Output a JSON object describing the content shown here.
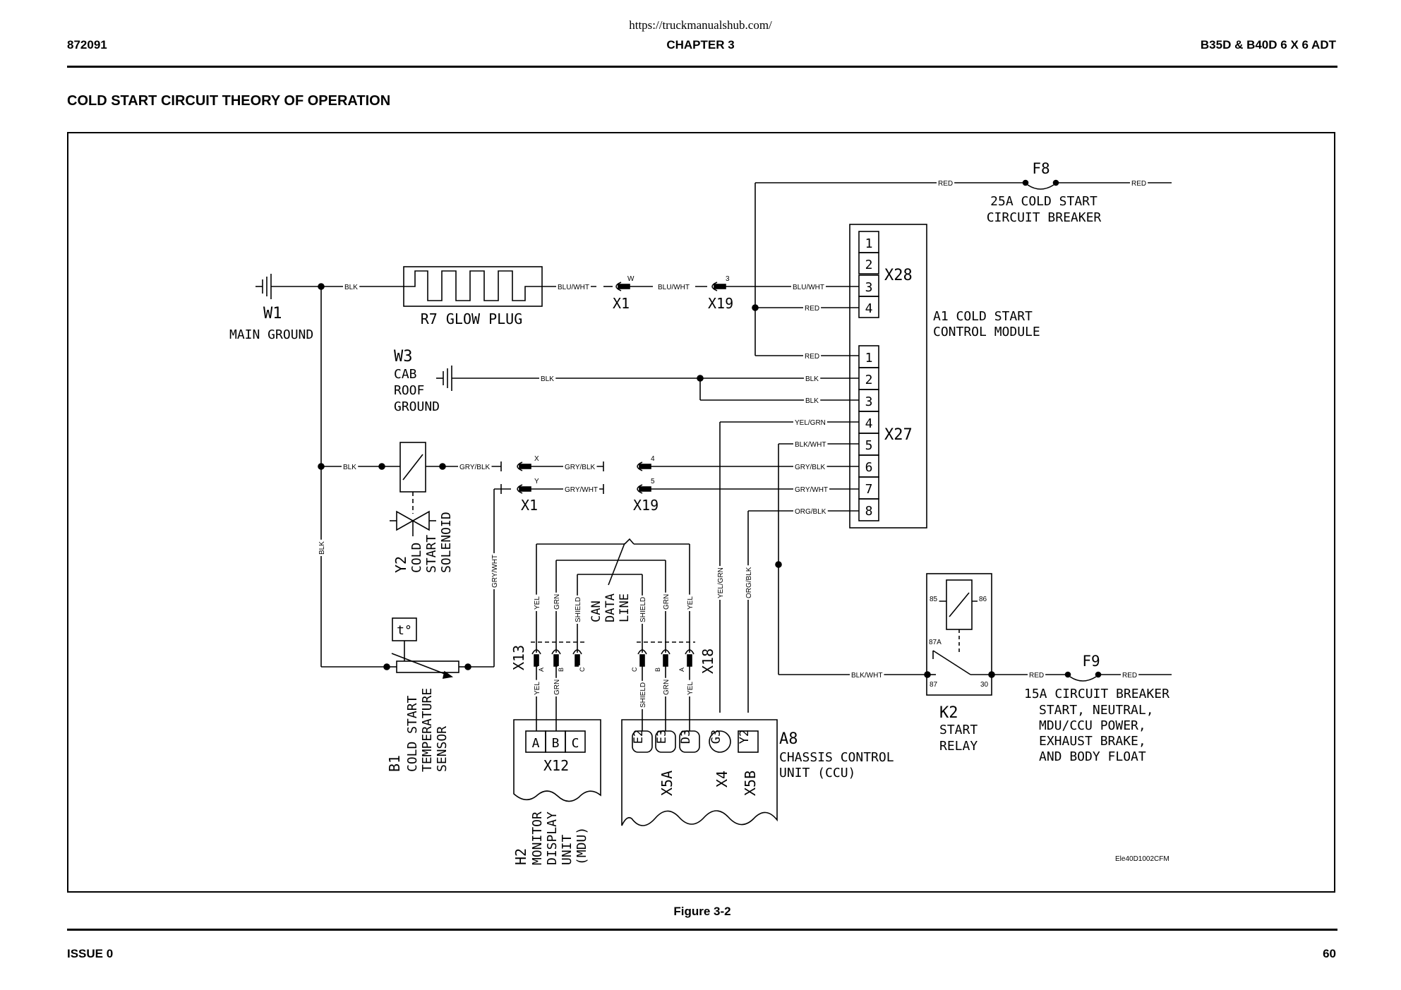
{
  "page": {
    "url": "https://truckmanualshub.com/",
    "doc_number": "872091",
    "chapter": "CHAPTER 3",
    "model": "B35D & B40D 6 X 6 ADT",
    "section_title": "COLD START CIRCUIT THEORY OF OPERATION",
    "figure_caption": "Figure 3-2",
    "issue": "ISSUE 0",
    "page_number": "60"
  },
  "diagram": {
    "drawing_id": "Ele40D1002CFM",
    "components": {
      "w1": {
        "ref": "W1",
        "name": "MAIN GROUND"
      },
      "r7": {
        "label": "R7 GLOW PLUG"
      },
      "w3": {
        "ref": "W3",
        "line1": "CAB",
        "line2": "ROOF",
        "line3": "GROUND"
      },
      "f8": {
        "ref": "F8",
        "line1": "25A COLD START",
        "line2": "CIRCUIT BREAKER"
      },
      "a1": {
        "line1": "A1  COLD START",
        "line2": "CONTROL MODULE"
      },
      "x28": {
        "ref": "X28",
        "pins": [
          "1",
          "2",
          "3",
          "4"
        ]
      },
      "x27": {
        "ref": "X27",
        "pins": [
          "1",
          "2",
          "3",
          "4",
          "5",
          "6",
          "7",
          "8"
        ]
      },
      "y2": {
        "line1": "Y2",
        "line2": "COLD",
        "line3": "START",
        "line4": "SOLENOID"
      },
      "b1": {
        "line1": "B1",
        "line2": "COLD START",
        "line3": "TEMPERATURE",
        "line4": "SENSOR"
      },
      "x1": {
        "ref": "X1",
        "pin_w": "W",
        "pin_x": "X",
        "pin_y": "Y"
      },
      "x19": {
        "ref": "X19",
        "pin_3": "3",
        "pin_4": "4",
        "pin_5": "5"
      },
      "x13": {
        "ref": "X13",
        "pins": [
          "A",
          "B",
          "C"
        ]
      },
      "x18": {
        "ref": "X18",
        "pins": [
          "C",
          "B",
          "A"
        ]
      },
      "can": {
        "line1": "CAN",
        "line2": "DATA",
        "line3": "LINE"
      },
      "x12": {
        "ref": "X12",
        "pins": [
          "A",
          "B",
          "C"
        ]
      },
      "h2": {
        "line1": "H2",
        "line2": "MONITOR",
        "line3": "DISPLAY",
        "line4": "UNIT",
        "line5": "(MDU)"
      },
      "a8": {
        "ref": "A8",
        "line1": "CHASSIS CONTROL",
        "line2": "UNIT (CCU)",
        "pins": [
          "E2",
          "E3",
          "D3",
          "G3",
          "Y2"
        ],
        "conn_x5a": "X5A",
        "conn_x4": "X4",
        "conn_x5b": "X5B"
      },
      "k2": {
        "ref": "K2",
        "line1": "START",
        "line2": "RELAY",
        "pins": {
          "p85": "85",
          "p86": "86",
          "p87a": "87A",
          "p87": "87",
          "p30": "30"
        }
      },
      "f9": {
        "ref": "F9",
        "line1": "15A CIRCUIT BREAKER",
        "line2": "START, NEUTRAL,",
        "line3": "MDU/CCU POWER,",
        "line4": "EXHAUST BRAKE,",
        "line5": "AND BODY FLOAT"
      }
    },
    "wires": {
      "red": "RED",
      "blk": "BLK",
      "blu_wht": "BLU/WHT",
      "gry_blk": "GRY/BLK",
      "gry_wht": "GRY/WHT",
      "yel_grn": "YEL/GRN",
      "blk_wht": "BLK/WHT",
      "org_blk": "ORG/BLK",
      "yel": "YEL",
      "grn": "GRN",
      "shield": "SHIELD"
    }
  }
}
